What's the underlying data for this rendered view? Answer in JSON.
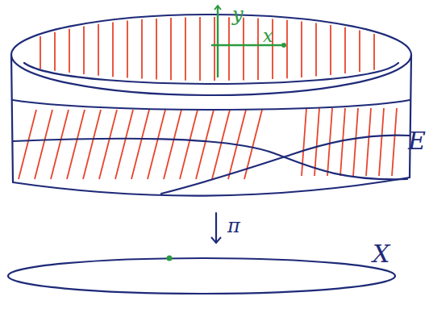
{
  "diagram": {
    "labels": [
      "y",
      "x",
      "E",
      "π",
      "X"
    ]
  }
}
